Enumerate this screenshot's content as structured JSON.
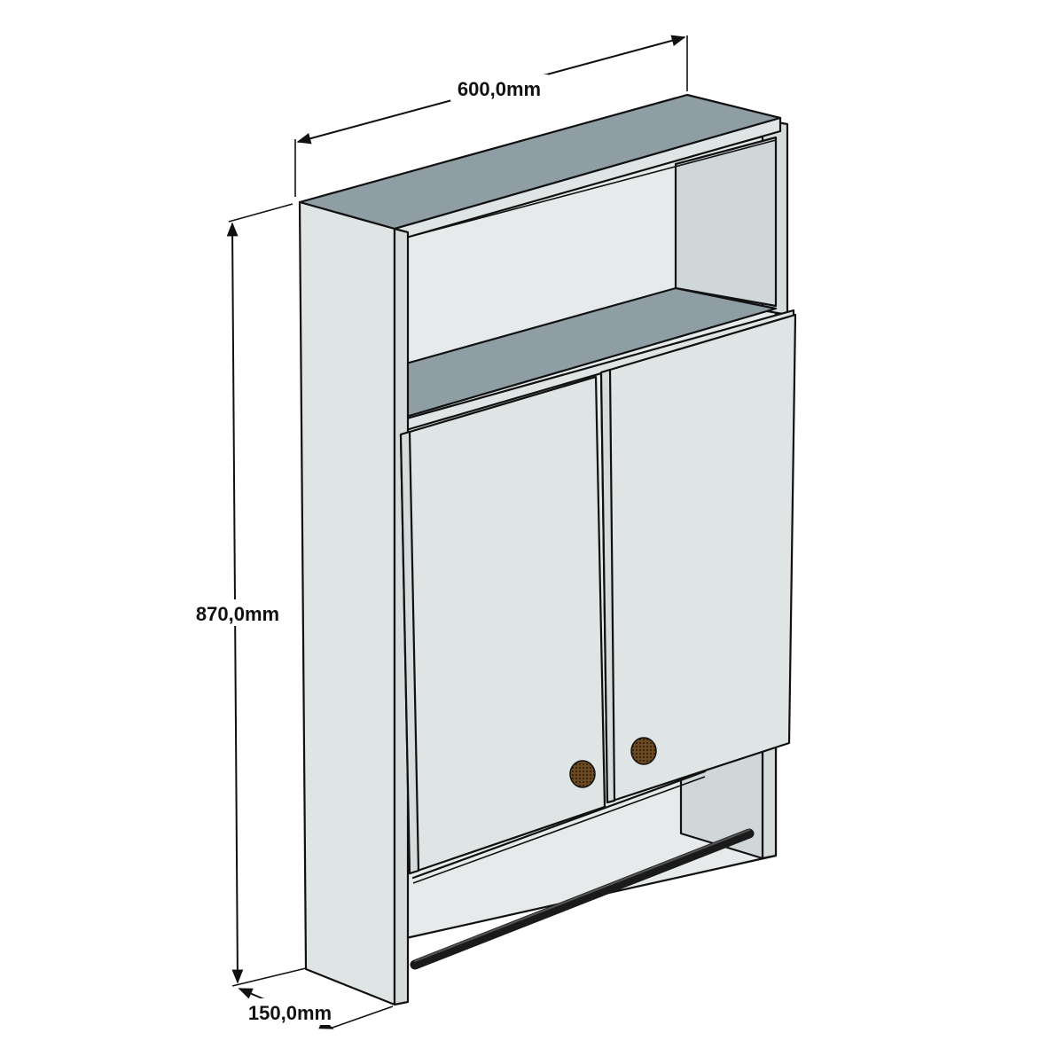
{
  "dimensions": {
    "width_label": "600,0mm",
    "height_label": "870,0mm",
    "depth_label": "150,0mm"
  },
  "colors": {
    "front_face": "#dfe4e4",
    "side_face": "#d6dcdc",
    "top_face": "#8f9ea5",
    "shelf_face": "#8f9ea5",
    "back_panel": "#e6eaea",
    "inner_side": "#d0d7d8",
    "outline": "#111111",
    "rod": "#1a1a1a",
    "knob": "#5a3d1e"
  }
}
